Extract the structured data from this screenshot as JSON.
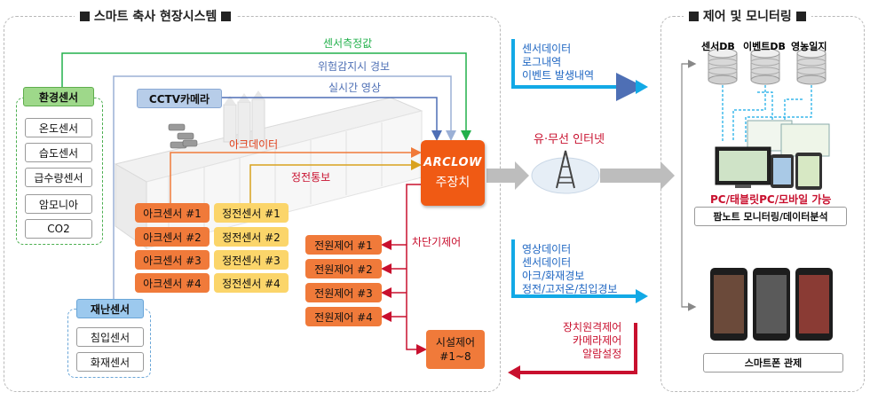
{
  "left_panel": {
    "title": "스마트 축사 현장시스템"
  },
  "right_panel": {
    "title": "제어 및 모니터링"
  },
  "env_sensors": {
    "header": "환경센서",
    "items": [
      "온도센서",
      "습도센서",
      "급수량센서",
      "암모니아",
      "CO2"
    ]
  },
  "disaster_sensors": {
    "header": "재난센서",
    "items": [
      "침입센서",
      "화재센서"
    ]
  },
  "cctv_label": "CCTV카메라",
  "arc_sensors": [
    "아크센서 #1",
    "아크센서 #2",
    "아크센서 #3",
    "아크센서 #4"
  ],
  "outage_sensors": [
    "정전센서 #1",
    "정전센서 #2",
    "정전센서 #3",
    "정전센서 #4"
  ],
  "power_controls": [
    "전원제어 #1",
    "전원제어 #2",
    "전원제어 #3",
    "전원제어 #4"
  ],
  "facility_control": "시설제어\n#1~8",
  "flow_labels": {
    "sensor_value": "센서측정값",
    "danger_alarm": "위험감지시 경보",
    "realtime_video": "실시간 영상",
    "arc_data": "아크데이터",
    "outage_notice": "정전통보",
    "breaker_control": "차단기제어"
  },
  "main_device": {
    "brand": "ARCLOW",
    "name": "주장치"
  },
  "network": "유·무선 인터넷",
  "upload_info": "센서데이터\n로그내역\n이벤트 발생내역",
  "download_info": "영상데이터\n센서데이터\n아크/화재경보\n정전/고저온/침입경보",
  "remote_info": "장치원격제어\n카메라제어\n알람설정",
  "databases": [
    "센서DB",
    "이벤트DB",
    "영농일지"
  ],
  "devices_caption": "PC/태블릿PC/모바일 가능",
  "farmnote_label": "팜노트 모니터링/데이터분석",
  "smartphone_label": "스마트폰 관제",
  "colors": {
    "green": "#22b04b",
    "blue": "#5b7fc4",
    "orange": "#f07a3a",
    "gold": "#d9a21f",
    "red": "#c8102e",
    "cyan": "#12a9e6",
    "gray_arrow": "#bdbdbd"
  }
}
